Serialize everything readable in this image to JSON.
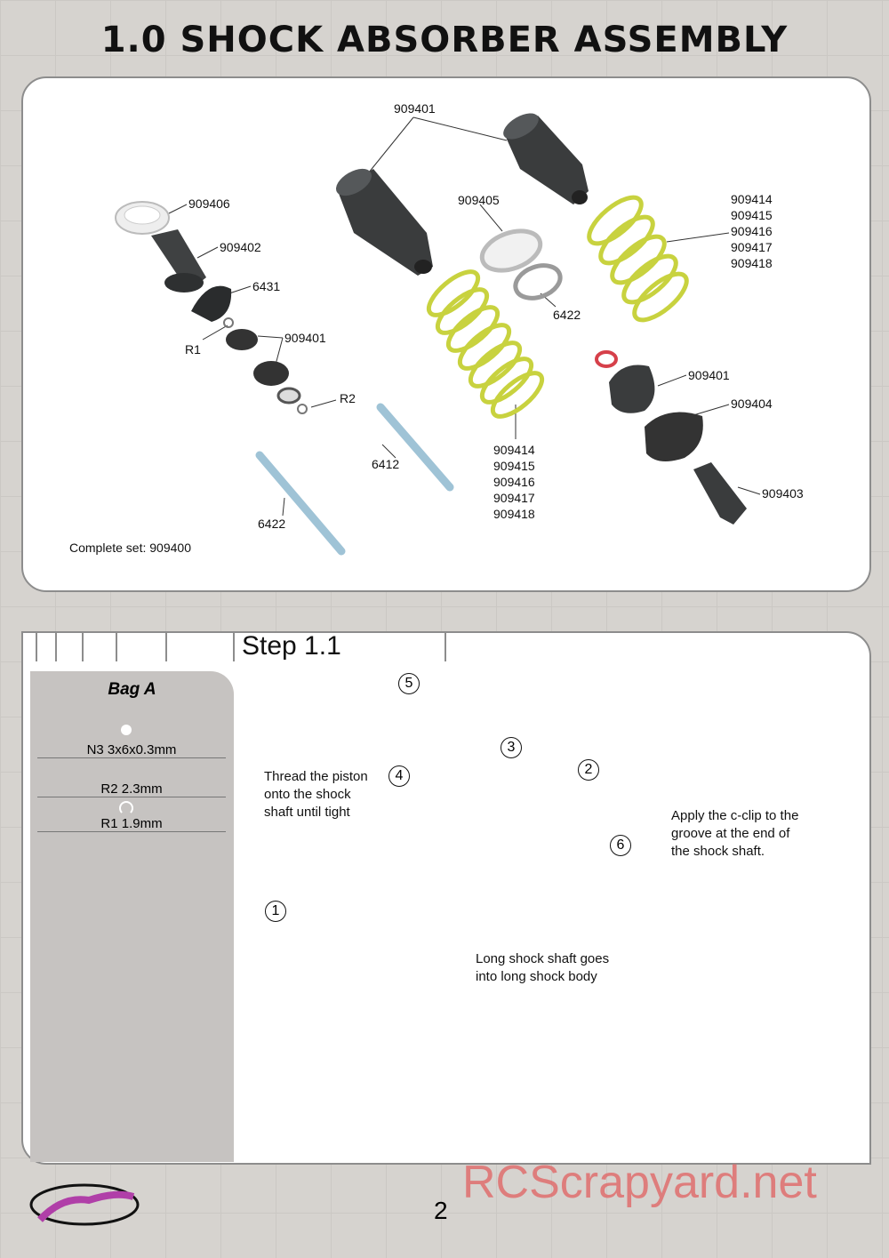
{
  "title": "1.0 SHOCK ABSORBER ASSEMBLY",
  "parts": {
    "l909401_top": "909401",
    "l909406": "909406",
    "l909402": "909402",
    "l6431": "6431",
    "l909401_a": "909401",
    "r1": "R1",
    "r2": "R2",
    "l909405": "909405",
    "l6422_oring": "6422",
    "springs_right": [
      "909414",
      "909415",
      "909416",
      "909417",
      "909418"
    ],
    "springs_bottom": [
      "909414",
      "909415",
      "909416",
      "909417",
      "909418"
    ],
    "l909401_b": "909401",
    "l909404": "909404",
    "l909403": "909403",
    "l6412": "6412",
    "l6422_shaft": "6422",
    "complete_set": "Complete set: 909400"
  },
  "step": {
    "label": "Step 1.1",
    "bag_title": "Bag A",
    "hardware": [
      {
        "label": "N3  3x6x0.3mm"
      },
      {
        "label": "R2  2.3mm"
      },
      {
        "label": "R1  1.9mm"
      }
    ],
    "numbers": [
      "1",
      "2",
      "3",
      "4",
      "5",
      "6"
    ],
    "note_piston": [
      "Thread the piston",
      "onto the shock",
      "shaft until tight"
    ],
    "note_clip": [
      "Apply the c-clip to the",
      "groove at the end of",
      "the shock shaft."
    ],
    "note_shaft": [
      "Long shock shaft goes",
      "into long shock body"
    ]
  },
  "footer": {
    "page_number": "2",
    "watermark": "RCScrapyard.net"
  },
  "colors": {
    "spring": "#d9e356",
    "body": "#3d3f40",
    "shaft": "#a9c9da",
    "clip": "#8a7dc2",
    "oring": "#e24550",
    "logo": "#b03fa8"
  }
}
